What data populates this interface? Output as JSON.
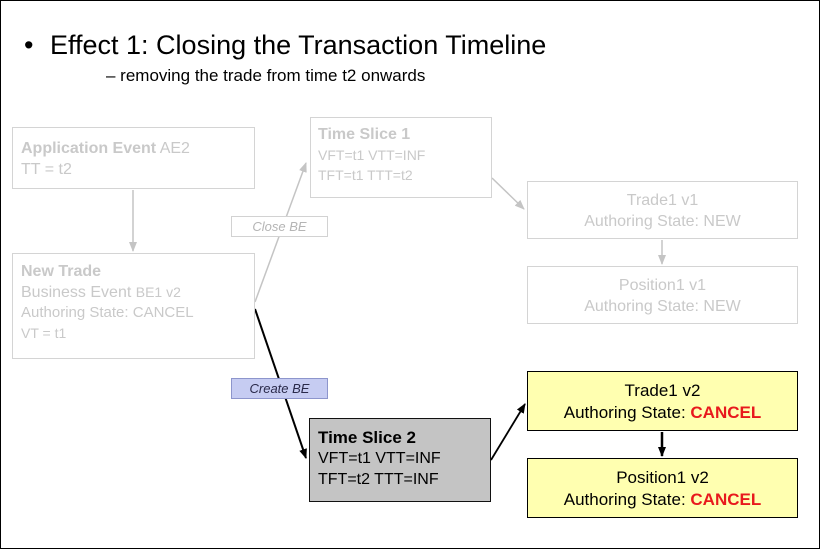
{
  "slide": {
    "bullet": "•",
    "title": "Effect 1: Closing the Transaction Timeline",
    "subtitle": "– removing the trade from time t2 onwards"
  },
  "application_event": {
    "head": "Application Event",
    "id": "AE2",
    "line2": "TT = t2"
  },
  "new_trade": {
    "head": "New Trade",
    "line1_main": "Business Event",
    "line1_small": "BE1 v2",
    "line2": "Authoring State: CANCEL",
    "line3": "VT = t1"
  },
  "time_slice_1": {
    "head": "Time Slice 1",
    "line1": "VFT=t1 VTT=INF",
    "line2": "TFT=t1 TTT=t2"
  },
  "trade1_v1": {
    "line1": "Trade1 v1",
    "line2": "Authoring State: NEW"
  },
  "position1_v1": {
    "line1": "Position1 v1",
    "line2": "Authoring State: NEW"
  },
  "time_slice_2": {
    "head": "Time Slice 2",
    "line1": "VFT=t1 VTT=INF",
    "line2": "TFT=t2 TTT=INF"
  },
  "trade1_v2": {
    "line1": "Trade1 v2",
    "state_label": "Authoring State:",
    "state_value": "CANCEL"
  },
  "position1_v2": {
    "line1": "Position1 v2",
    "state_label": "Authoring State:",
    "state_value": "CANCEL"
  },
  "labels": {
    "close_be": "Close BE",
    "create_be": "Create BE"
  },
  "colors": {
    "faded_text": "#c9c9c9",
    "faded_border": "#d4d4d4",
    "highlight_fill": "#ffffb0",
    "time_slice_2_fill": "#c4c4c4",
    "cancel_red": "#e8191d",
    "create_be_fill": "#c6ccf2"
  }
}
